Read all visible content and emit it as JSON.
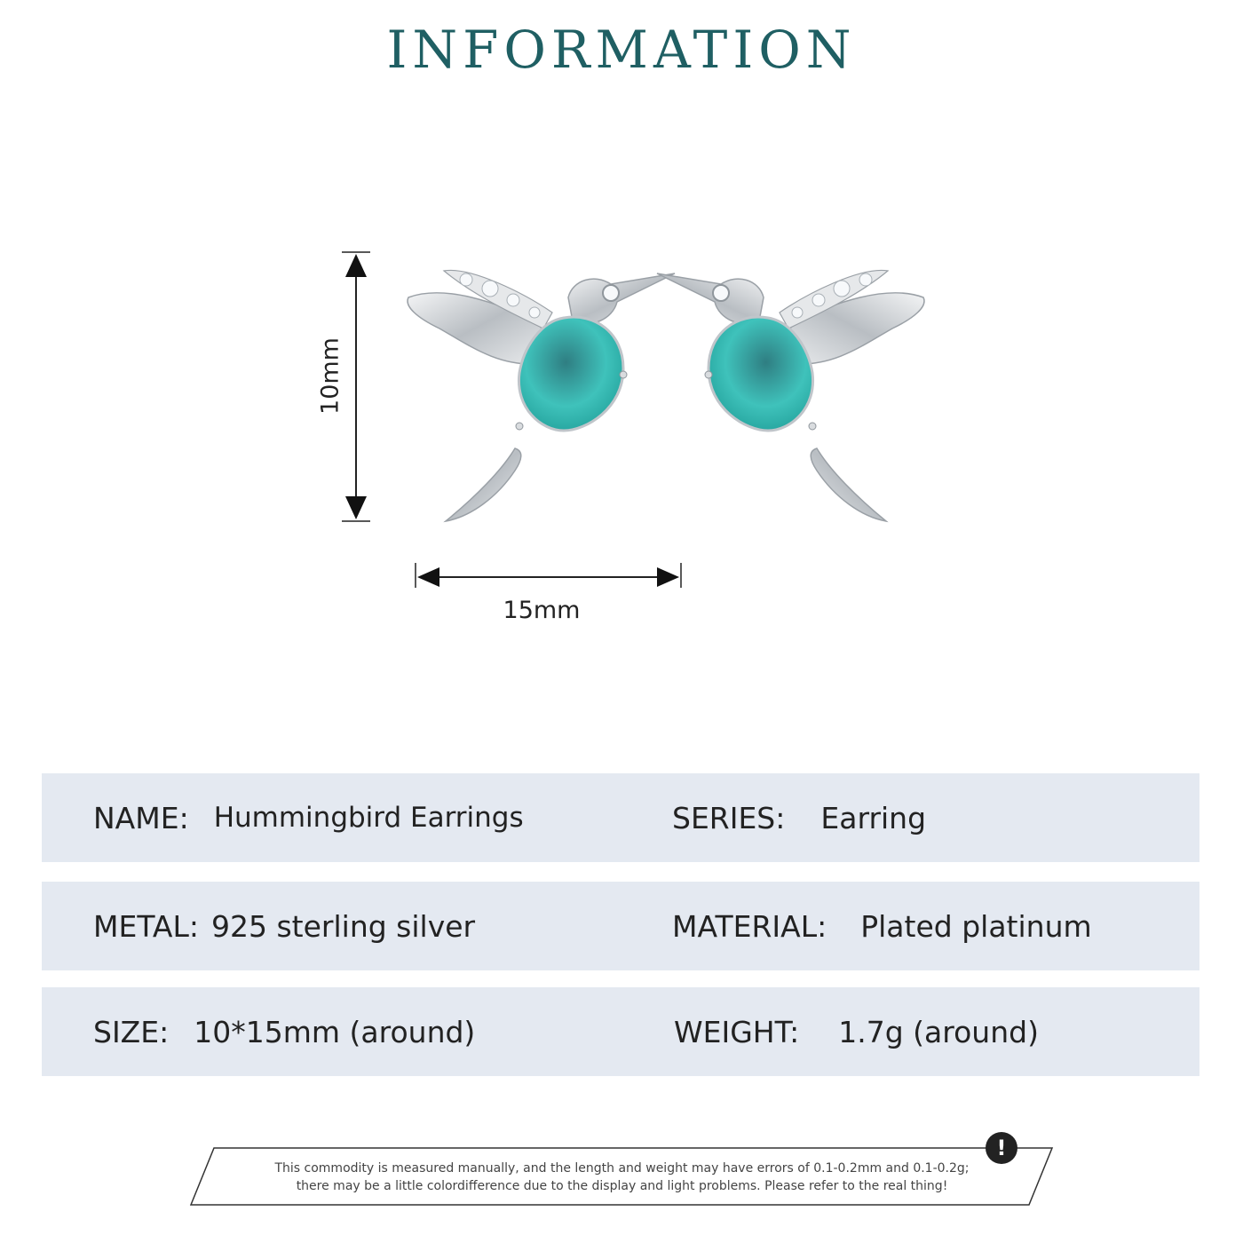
{
  "header": {
    "title": "INFORMATION"
  },
  "dimensions": {
    "height_label": "10mm",
    "width_label": "15mm"
  },
  "product_image": {
    "subject": "hummingbird earrings",
    "stone_color": "#2fb7b0",
    "metal_color": "#c8ccd0"
  },
  "specs": {
    "name_label": "NAME:",
    "name_value": "Hummingbird Earrings",
    "series_label": "SERIES:",
    "series_value": "Earring",
    "metal_label": "METAL:",
    "metal_value": "925 sterling silver",
    "material_label": "MATERIAL:",
    "material_value": "Plated platinum",
    "size_label": "SIZE:",
    "size_value": "10*15mm (around)",
    "weight_label": "WEIGHT:",
    "weight_value": "1.7g (around)"
  },
  "disclaimer": {
    "line1": "This commodity is measured manually, and the length and weight may have errors of 0.1-0.2mm and 0.1-0.2g;",
    "line2": "there may be a little colordifference due to the display and light problems. Please refer to the real thing!",
    "icon": "exclamation-icon"
  },
  "colors": {
    "title": "#1f5f63",
    "row_bg": "#e4e9f1"
  }
}
